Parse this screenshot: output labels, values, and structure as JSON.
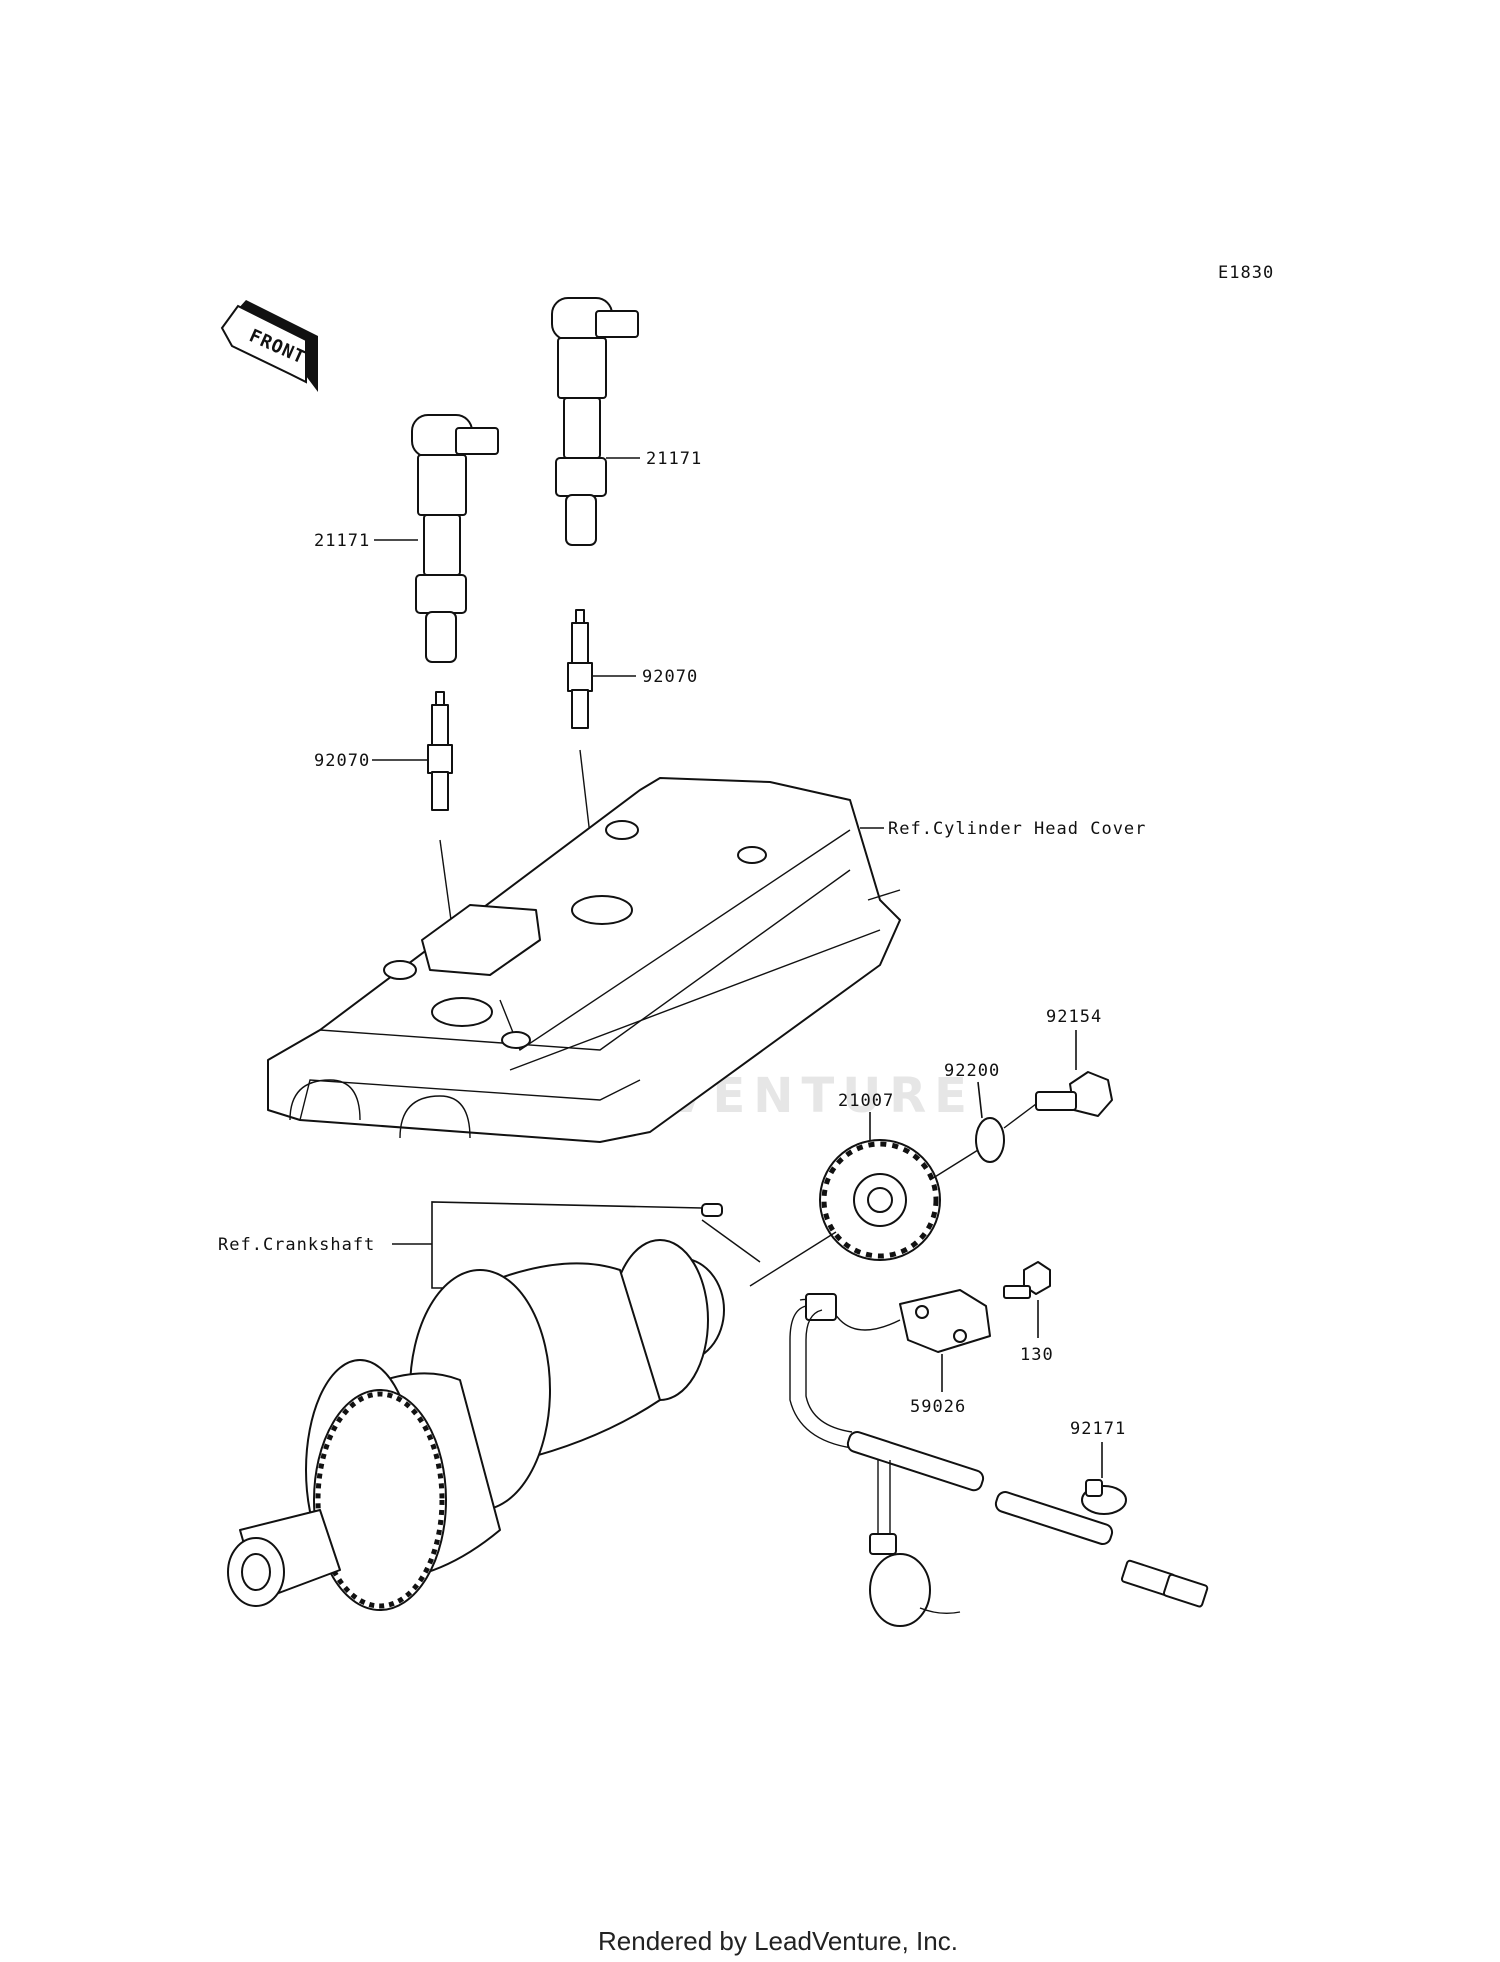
{
  "diagram_id": "E1830",
  "front_badge": "FRONT",
  "watermark": "LEADVENTURE",
  "footer": "Rendered by LeadVenture, Inc.",
  "callouts": {
    "coil_left": "21171",
    "coil_right": "21171",
    "plug_left": "92070",
    "plug_right": "92070",
    "cylinder_head_cover": "Ref.Cylinder Head Cover",
    "rotor": "21007",
    "washer": "92200",
    "rotor_bolt": "92154",
    "crankshaft": "Ref.Crankshaft",
    "sensor": "59026",
    "sensor_bolt": "130",
    "clamp": "92171"
  }
}
